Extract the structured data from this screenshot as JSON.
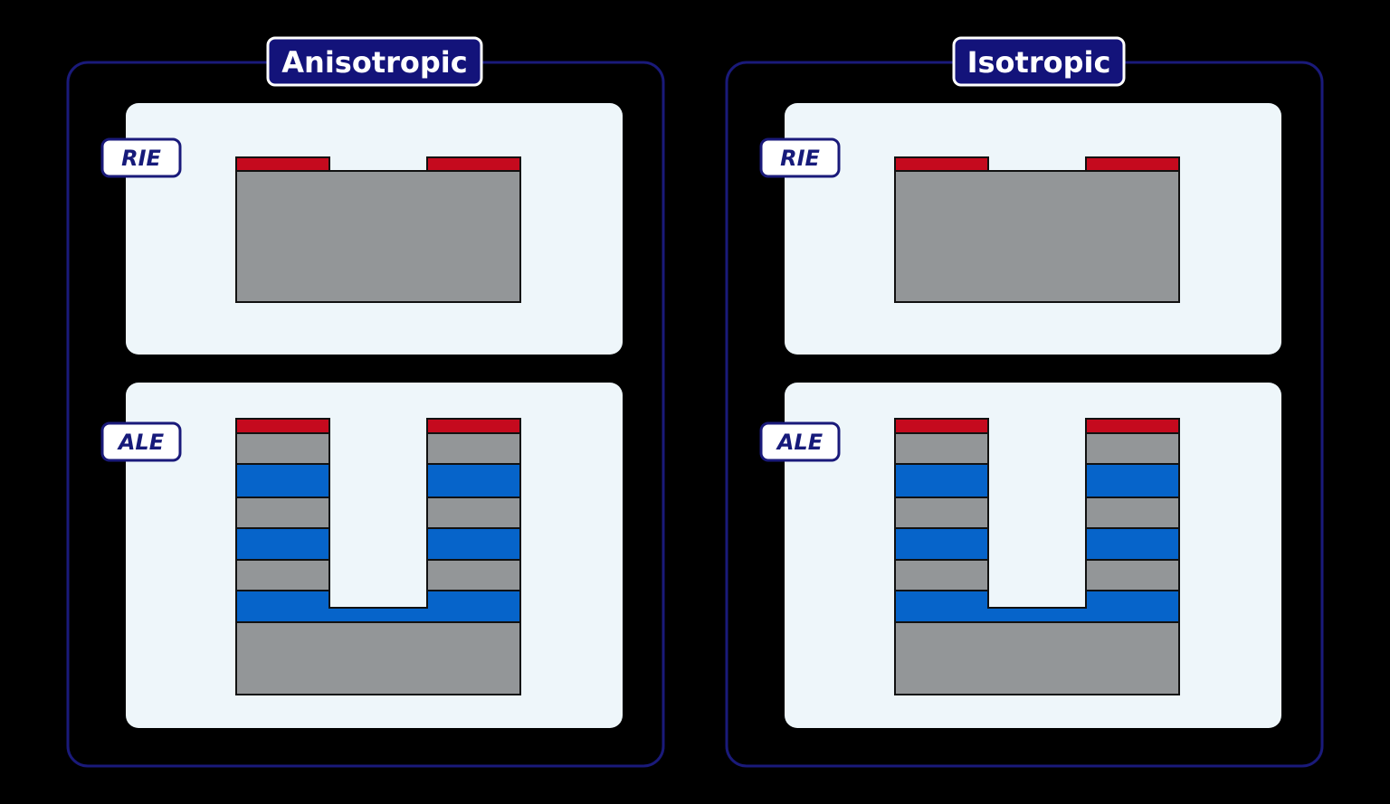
{
  "panels": [
    {
      "title": "Anisotropic",
      "rows": [
        {
          "label": "RIE"
        },
        {
          "label": "ALE"
        }
      ]
    },
    {
      "title": "Isotropic",
      "rows": [
        {
          "label": "RIE"
        },
        {
          "label": "ALE"
        }
      ]
    }
  ],
  "colors": {
    "frame": "#1a1a7a",
    "title_bg": "#13137a",
    "panel_bg": "#eef6fa",
    "mask": "#c50a1e",
    "substrate": "#939698",
    "layer_blue": "#0664ca",
    "outline": "#111111"
  }
}
